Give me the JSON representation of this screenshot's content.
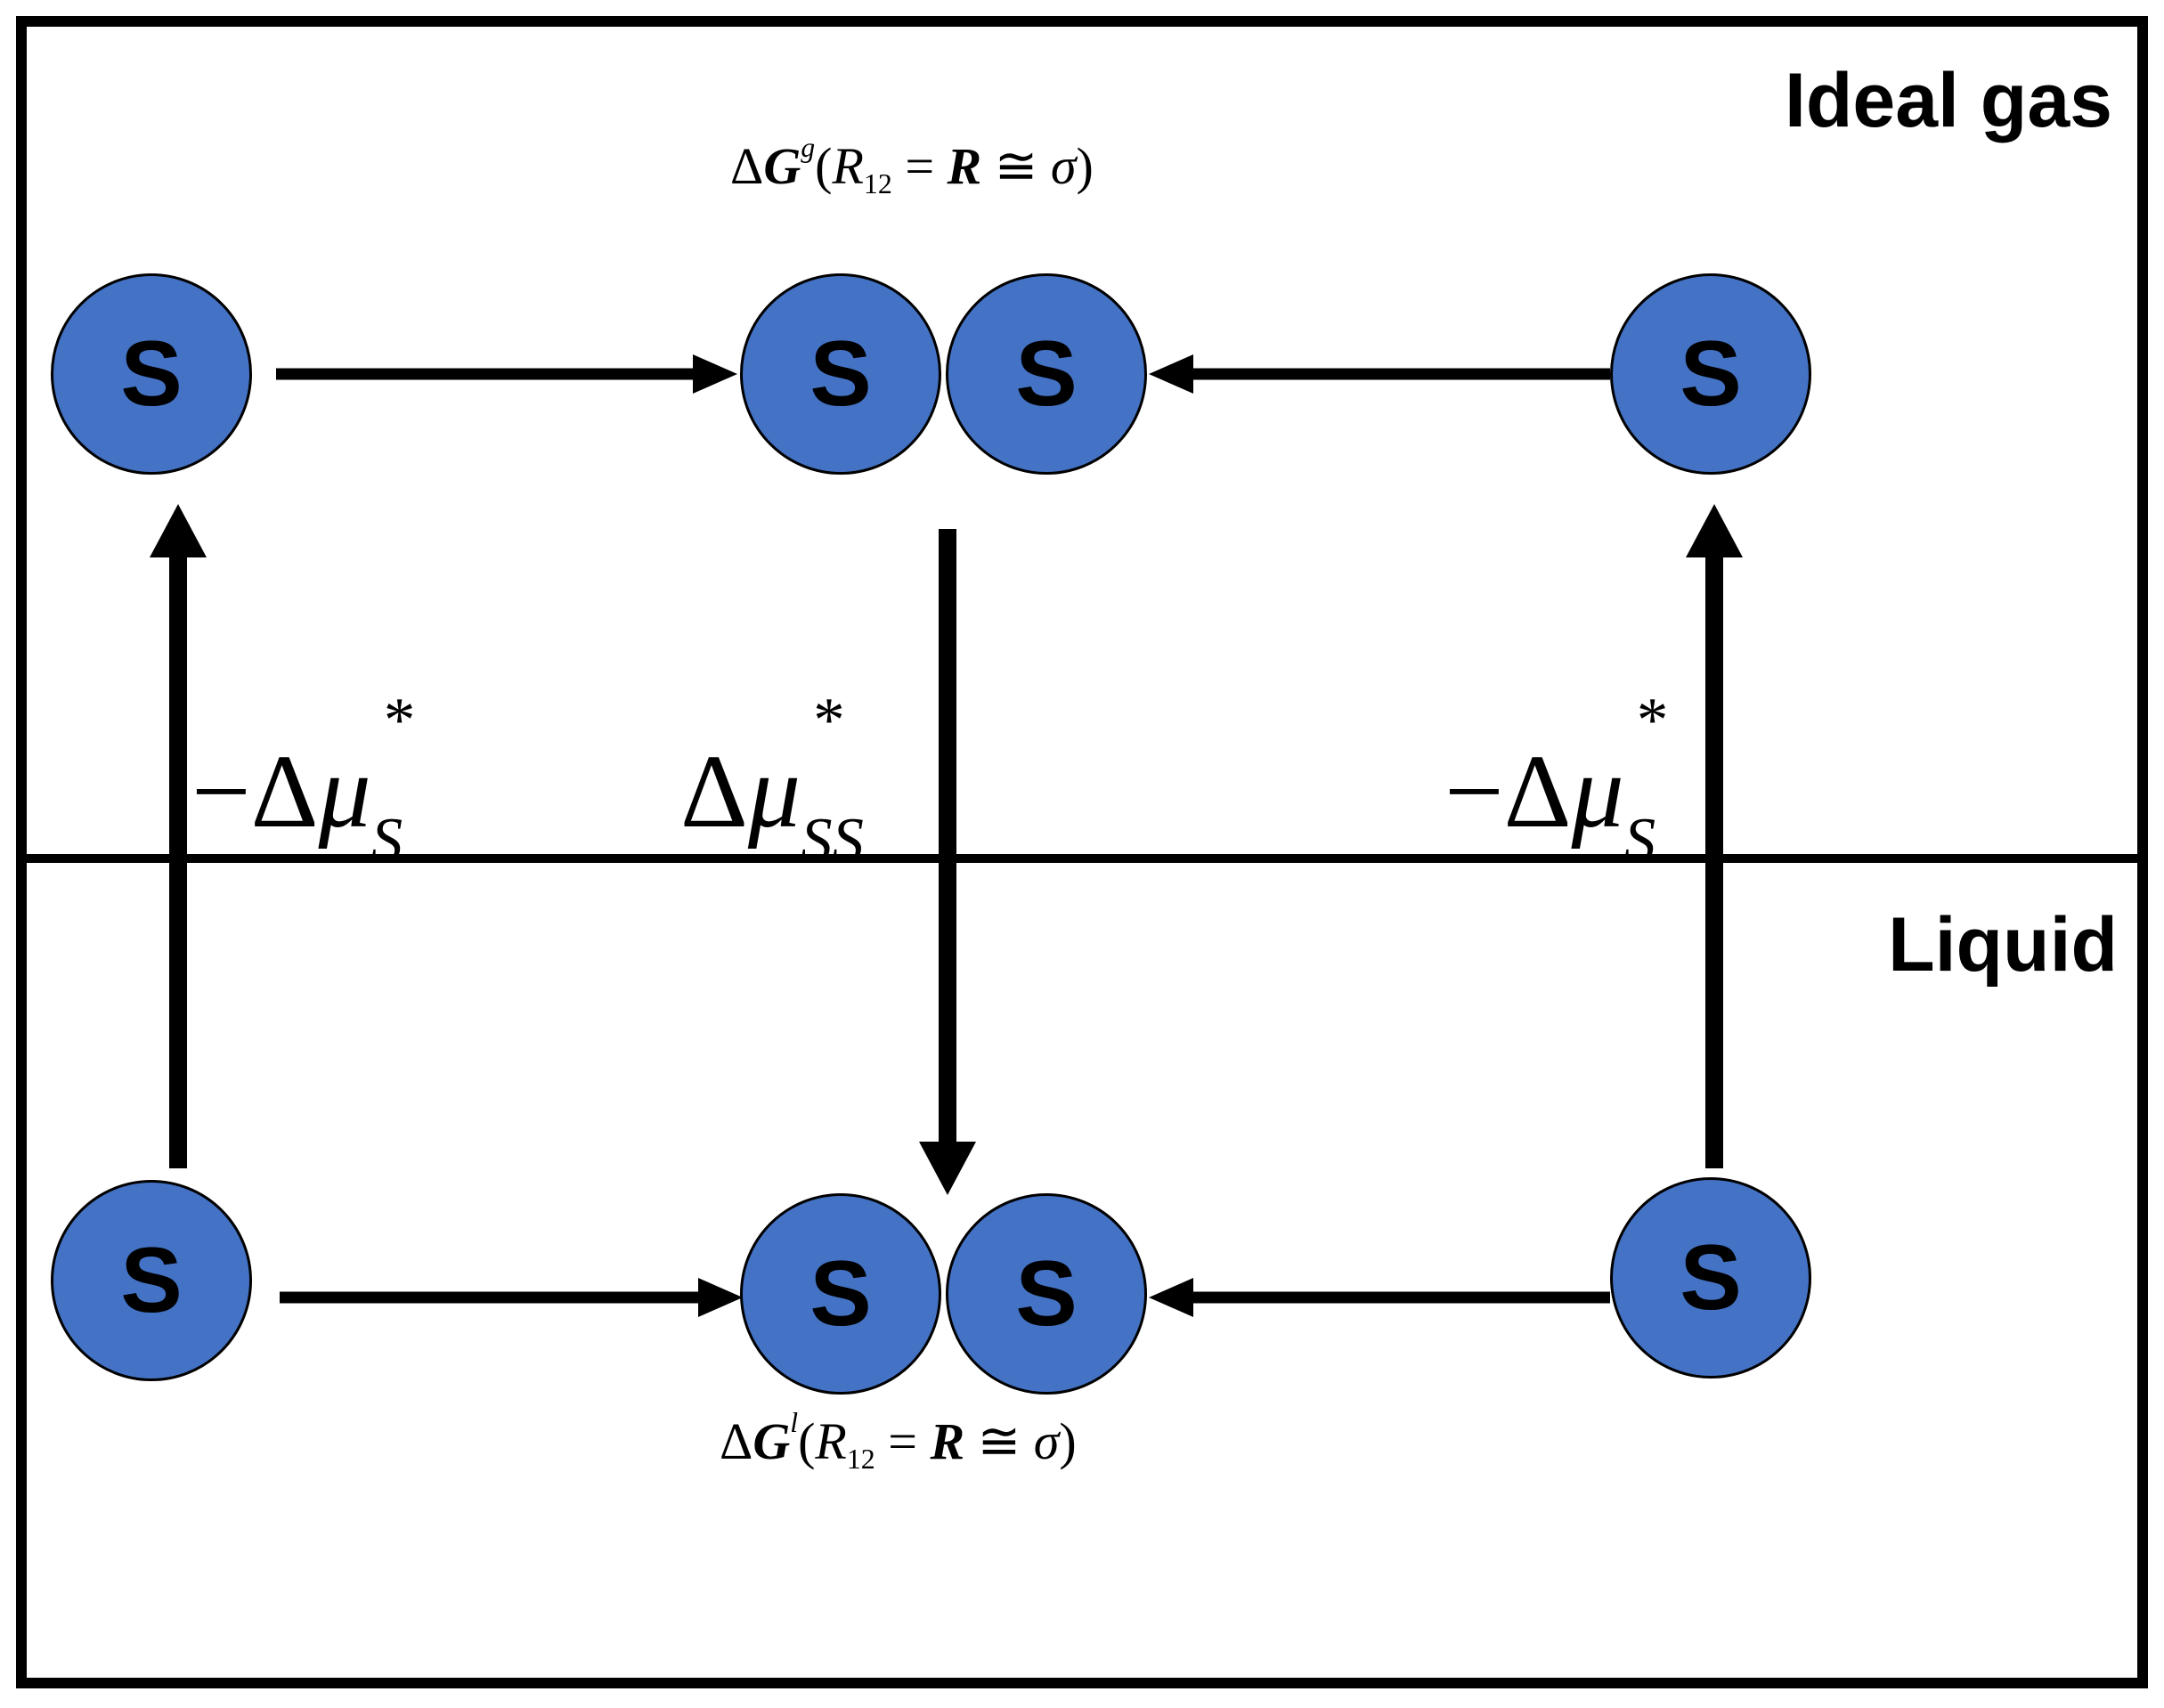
{
  "regions": {
    "top_label": "Ideal gas",
    "bottom_label": "Liquid"
  },
  "particle_label": "S",
  "equations": {
    "gas": {
      "delta": "Δ",
      "G": "G",
      "phase": "g",
      "open": "(",
      "R": "R",
      "R_sub": "12",
      "eq": " = ",
      "Rbold": "R",
      "approx": " ≅ ",
      "sigma": "σ",
      "close": ")"
    },
    "liquid": {
      "delta": "Δ",
      "G": "G",
      "phase": "l",
      "open": "(",
      "R": "R",
      "R_sub": "12",
      "eq": " = ",
      "Rbold": "R",
      "approx": " ≅ ",
      "sigma": "σ",
      "close": ")"
    },
    "left_mu": {
      "minus": "−",
      "delta": "Δ",
      "mu": "μ",
      "sup": "*",
      "sub": "S"
    },
    "center_mu": {
      "delta": "Δ",
      "mu": "μ",
      "sup": "*",
      "sub": "SS"
    },
    "right_mu": {
      "minus": "−",
      "delta": "Δ",
      "mu": "μ",
      "sup": "*",
      "sub": "S"
    }
  },
  "colors": {
    "particle_fill": "#4472C4",
    "stroke": "#000000"
  }
}
